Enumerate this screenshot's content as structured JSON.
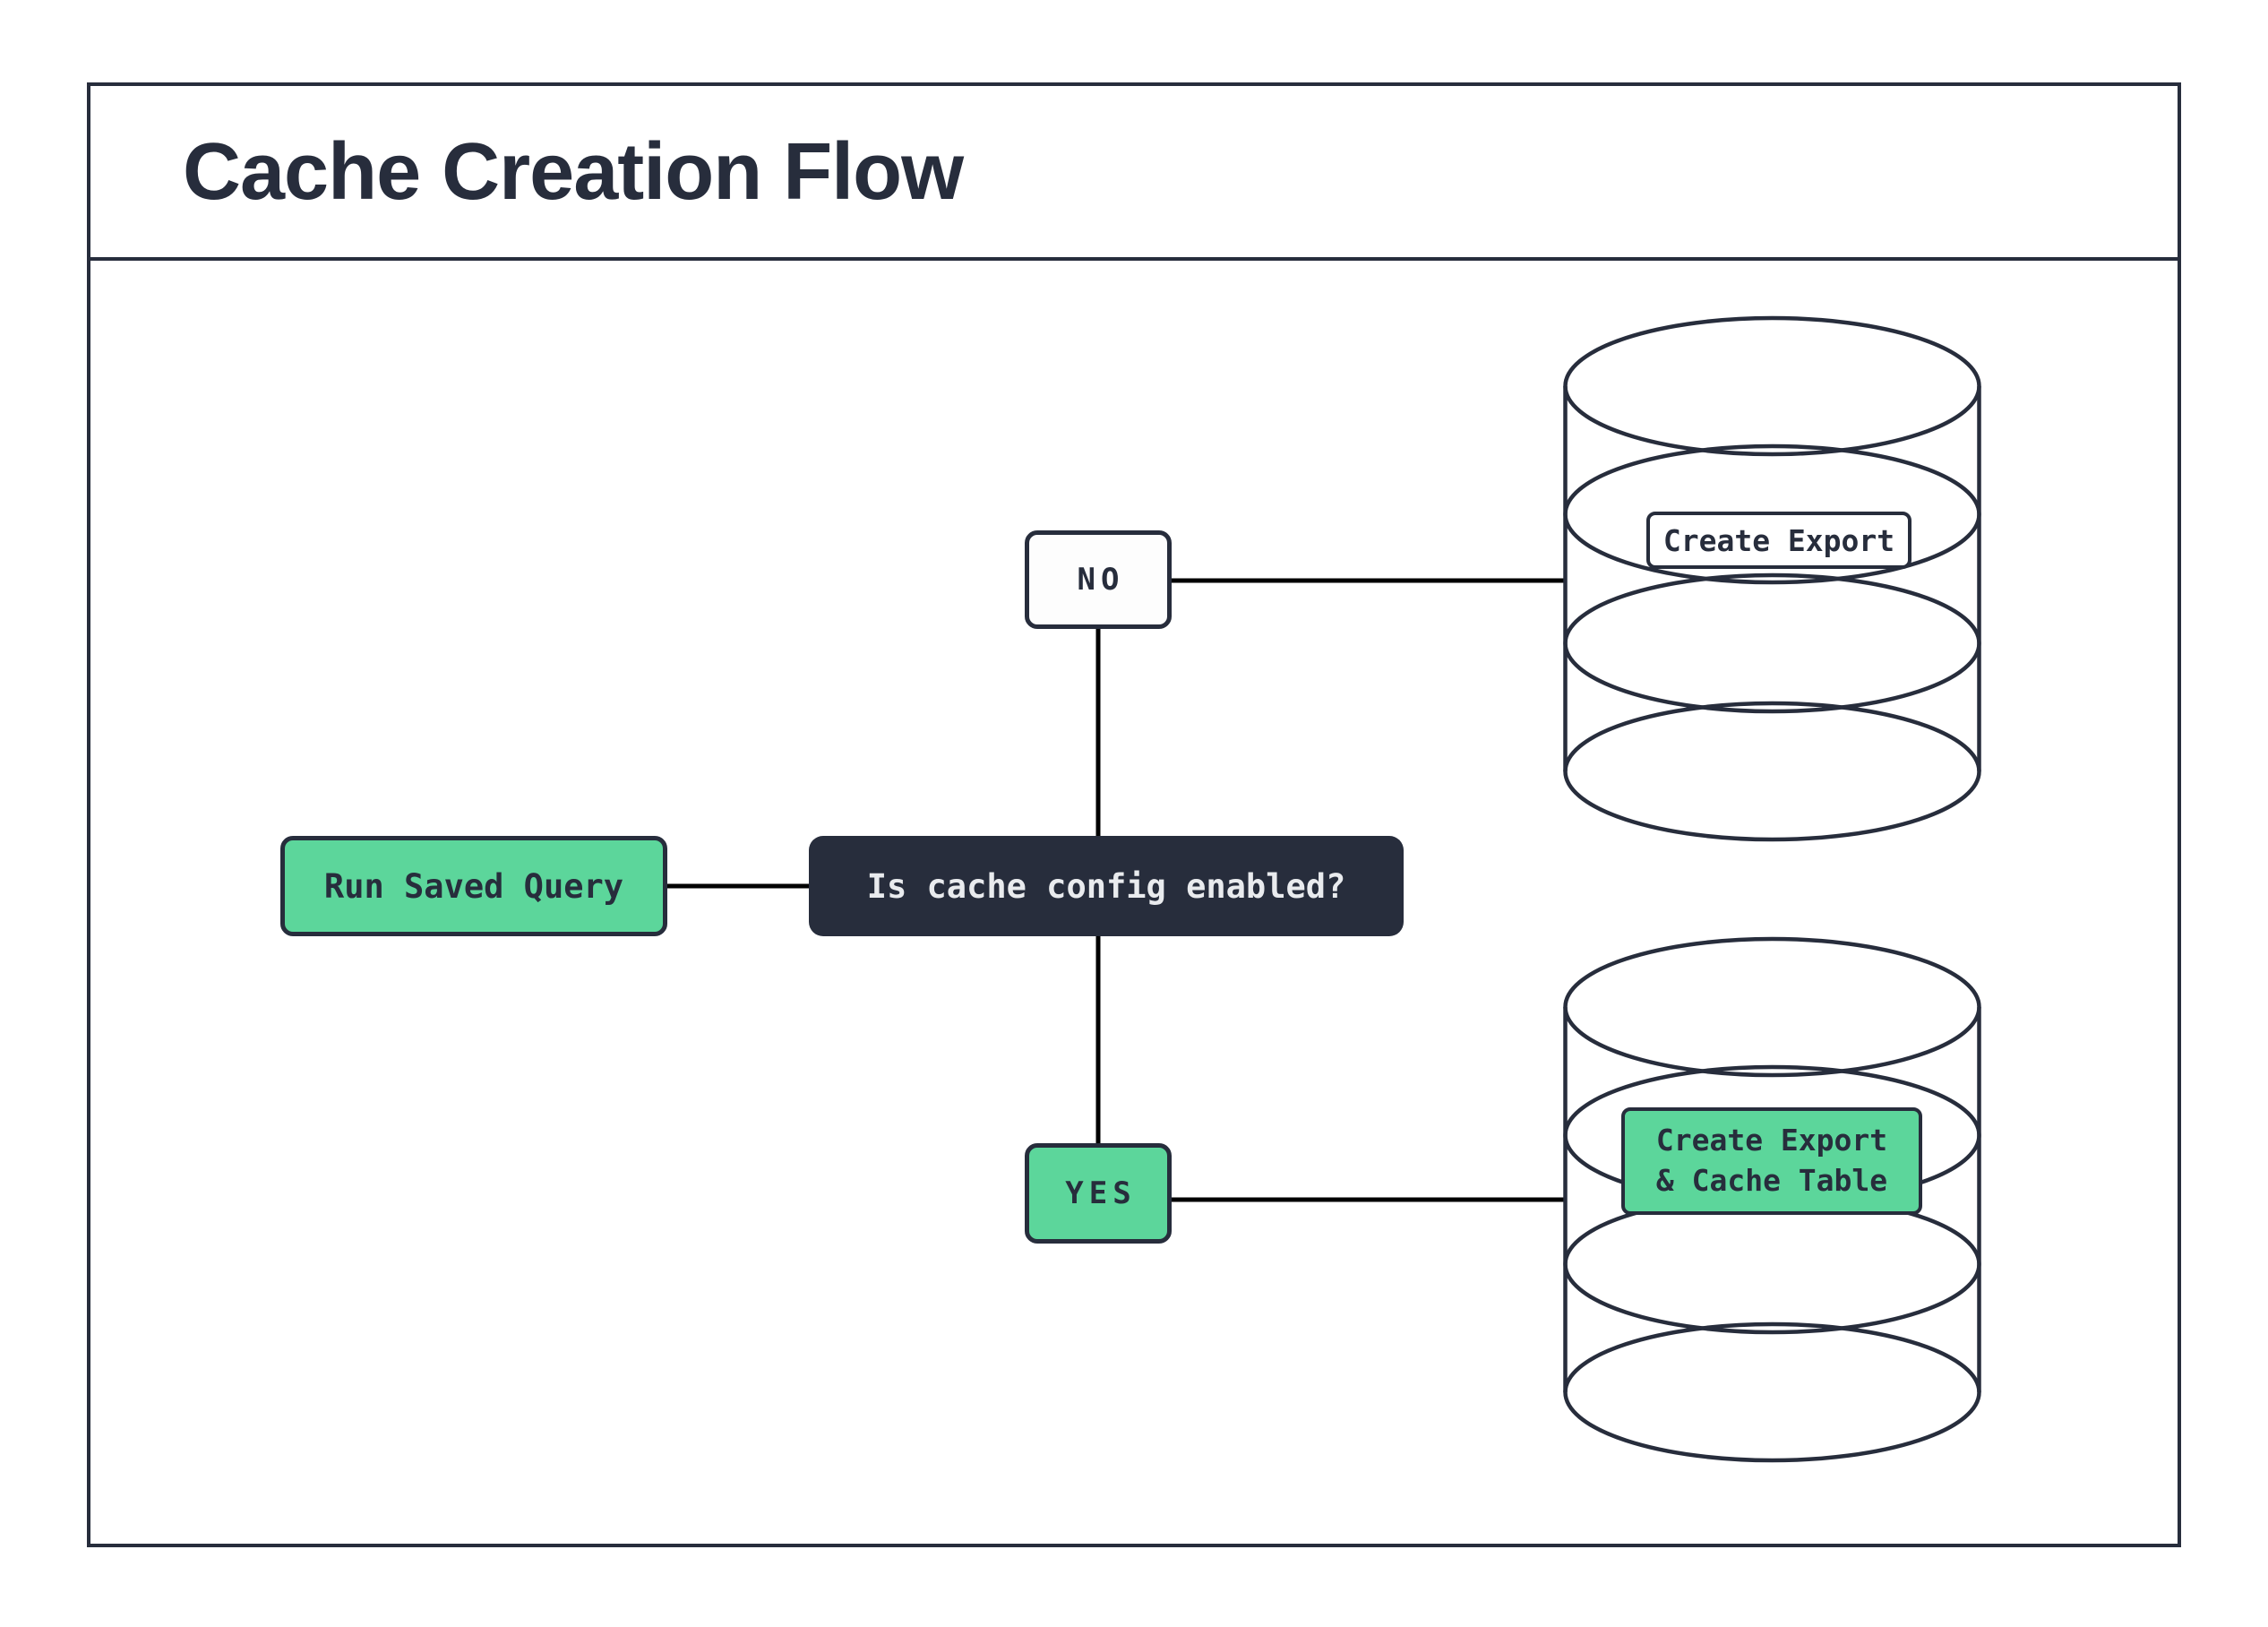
{
  "header": {
    "title": "Cache Creation Flow"
  },
  "flow": {
    "start_label": "Run Saved Query",
    "question_label": "Is cache config enabled?",
    "no_label": "NO",
    "yes_label": "YES",
    "no_outcome_label": "Create Export",
    "yes_outcome_line1": "Create Export",
    "yes_outcome_line2": "& Cache Table"
  },
  "colors": {
    "ink_navy": "#272d3c",
    "accent_green": "#5cd69b",
    "connector_black": "#000000",
    "node_white": "#fdfdfd",
    "question_text_light": "#e9ebee"
  }
}
